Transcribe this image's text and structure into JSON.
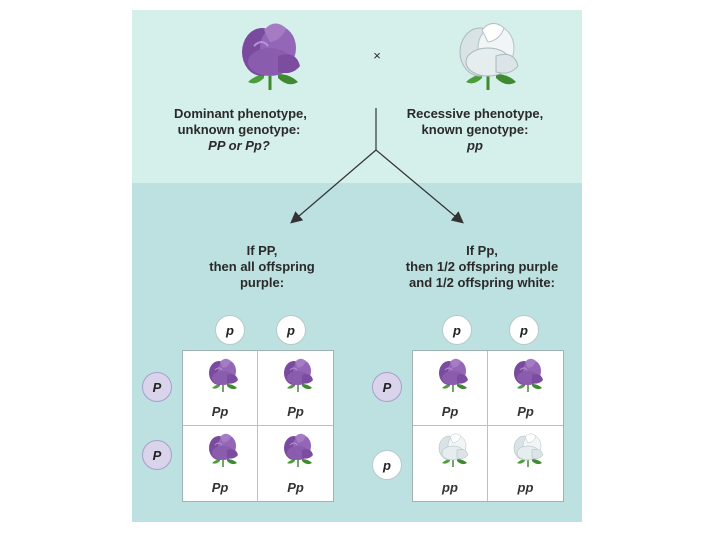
{
  "top": {
    "cross_symbol": "×",
    "left_line1": "Dominant phenotype,",
    "left_line2": "unknown genotype:",
    "left_line3": "PP or Pp?",
    "right_line1": "Recessive phenotype,",
    "right_line2": "known genotype:",
    "right_line3": "pp"
  },
  "left_case": {
    "line1": "If PP,",
    "line2": "then all offspring",
    "line3": "purple:",
    "col_alleles": [
      "p",
      "p"
    ],
    "row_alleles": [
      "P",
      "P"
    ],
    "cells": [
      "Pp",
      "Pp",
      "Pp",
      "Pp"
    ]
  },
  "right_case": {
    "line1": "If Pp,",
    "line2": "then 1/2 offspring purple",
    "line3": "and 1/2 offspring white:",
    "col_alleles": [
      "p",
      "p"
    ],
    "row_alleles": [
      "P",
      "p"
    ],
    "cells": [
      "Pp",
      "Pp",
      "pp",
      "pp"
    ]
  },
  "colors": {
    "top_panel": "#d5efeb",
    "bottom_panel": "#bce1e0",
    "purple_flower": "#8e5fb0",
    "white_flower": "#e8eef0",
    "leaf": "#4a9a3a"
  }
}
